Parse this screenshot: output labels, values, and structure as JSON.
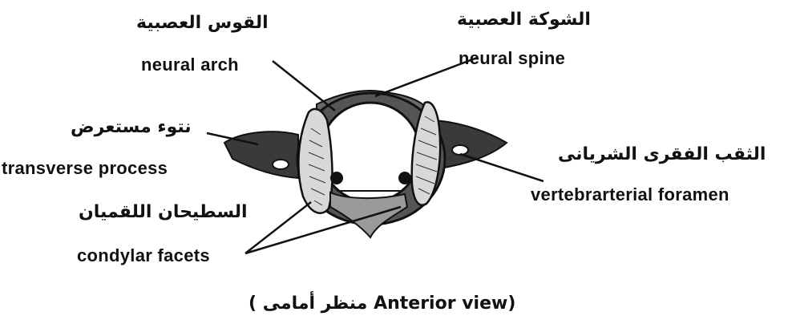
{
  "labels": {
    "neural_arch": {
      "ar": "القوس العصبية",
      "en": "neural arch"
    },
    "neural_spine": {
      "ar": "الشوكة العصبية",
      "en": "neural spine"
    },
    "transverse_process": {
      "ar": "نتوء مستعرض",
      "en": "transverse process"
    },
    "vertebrarterial_foramen": {
      "ar": "الثقب الفقرى الشريانى",
      "en": "vertebrarterial foramen"
    },
    "condylar_facets": {
      "ar": "السطيحان اللقميان",
      "en": "condylar facets"
    }
  },
  "caption": "( منظر أمامى Anterior view)"
}
